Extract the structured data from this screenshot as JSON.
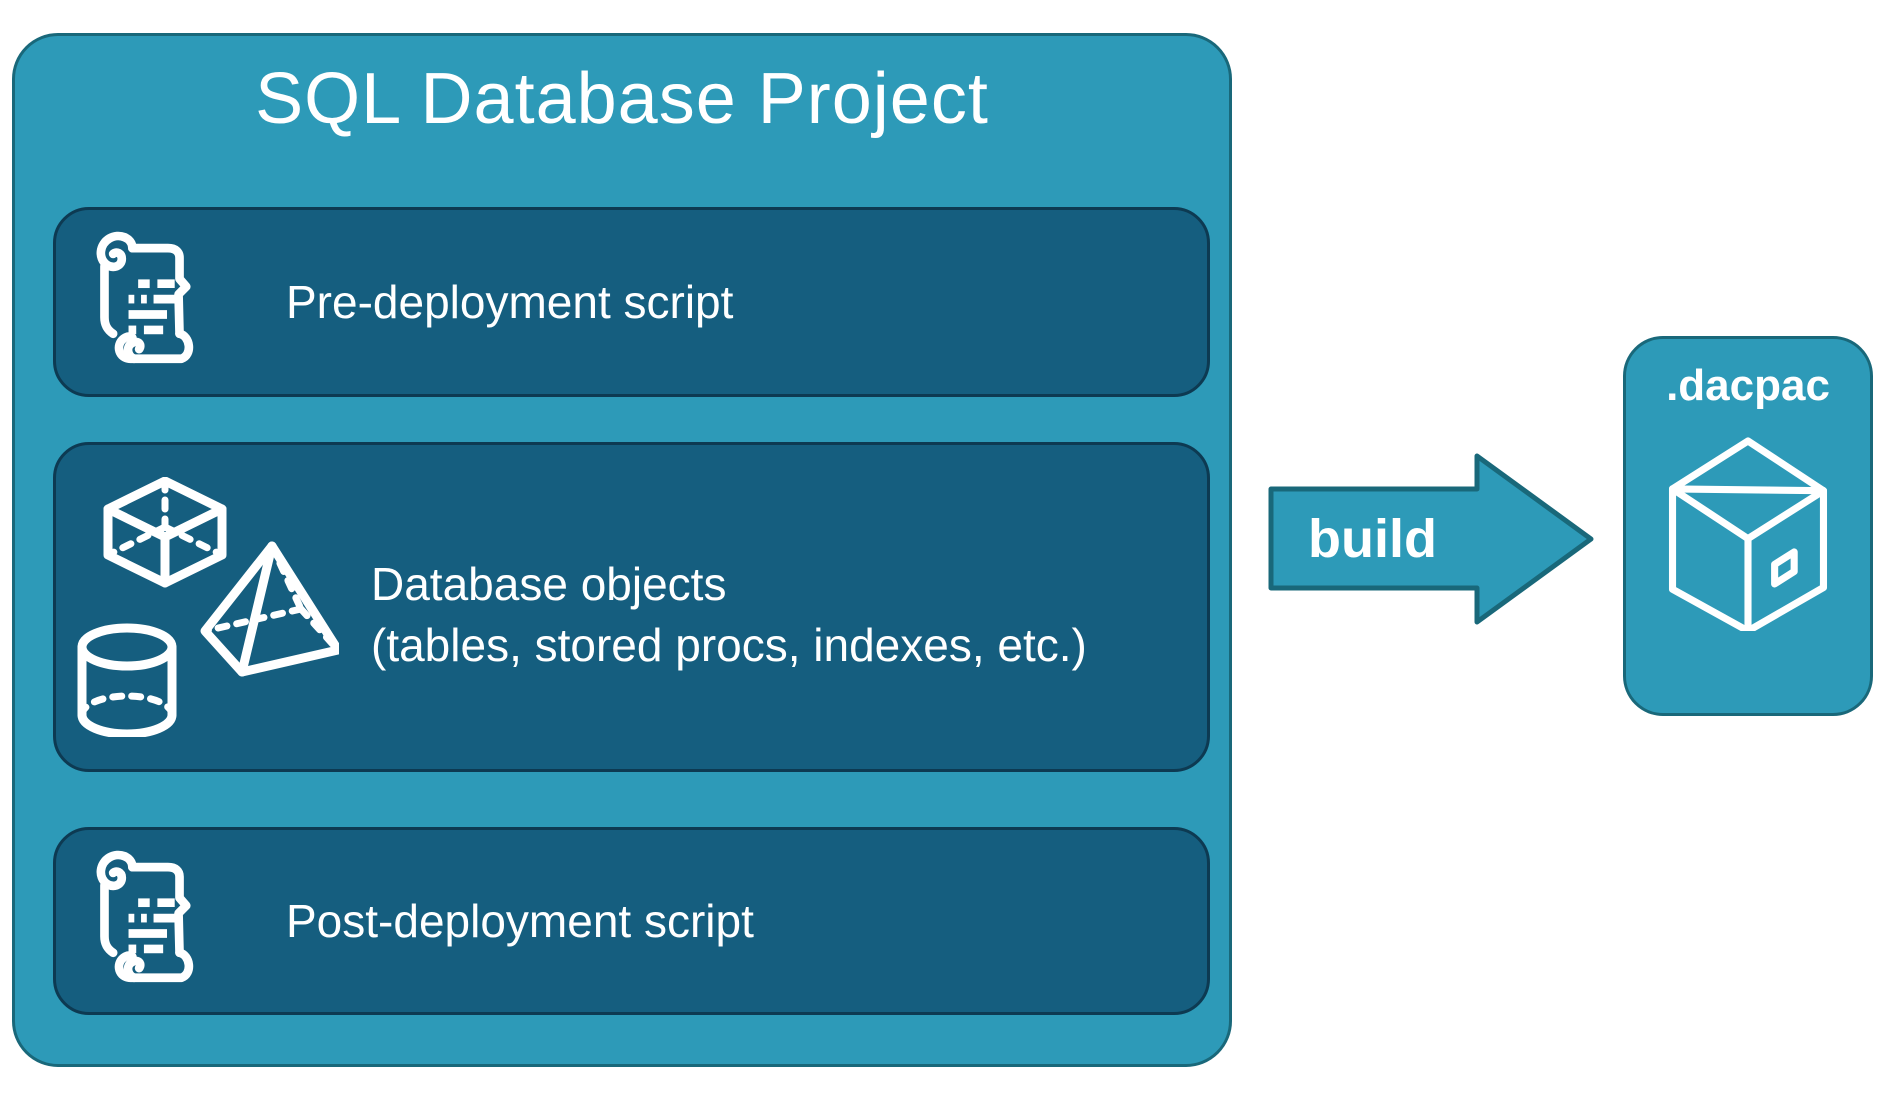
{
  "diagram": {
    "title": "SQL Database Project",
    "boxes": [
      {
        "label": "Pre-deployment script",
        "icon": "scroll-icon"
      },
      {
        "label": "Database objects",
        "sublabel": "(tables, stored procs, indexes, etc.)",
        "icon": "database-shapes-icon"
      },
      {
        "label": "Post-deployment script",
        "icon": "scroll-icon"
      }
    ],
    "arrow": {
      "label": "build"
    },
    "output": {
      "label": ".dacpac",
      "icon": "package-icon"
    },
    "colors": {
      "container_fill": "#2D9AB8",
      "container_border": "#19687A",
      "inner_box_fill": "#155E7F",
      "inner_box_border": "#0D3A52",
      "arrow_fill": "#2D9AB8",
      "arrow_border": "#19687A",
      "text": "#FFFFFF"
    }
  }
}
